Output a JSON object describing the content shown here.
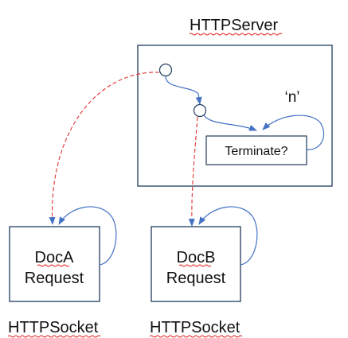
{
  "diagram": {
    "server": {
      "title": "HTTPServer",
      "loop_label": "‘n’",
      "terminate_label": "Terminate?"
    },
    "docA": {
      "line1": "DocA",
      "line2": "Request",
      "socket_label": "HTTPSocket"
    },
    "docB": {
      "line1": "DocB",
      "line2": "Request",
      "socket_label": "HTTPSocket"
    },
    "colors": {
      "box_stroke": "#1f3b5c",
      "flow_arrow": "#4472c4",
      "spawn_arrow": "#e03030",
      "spellcheck_underline": "#e02020"
    }
  }
}
